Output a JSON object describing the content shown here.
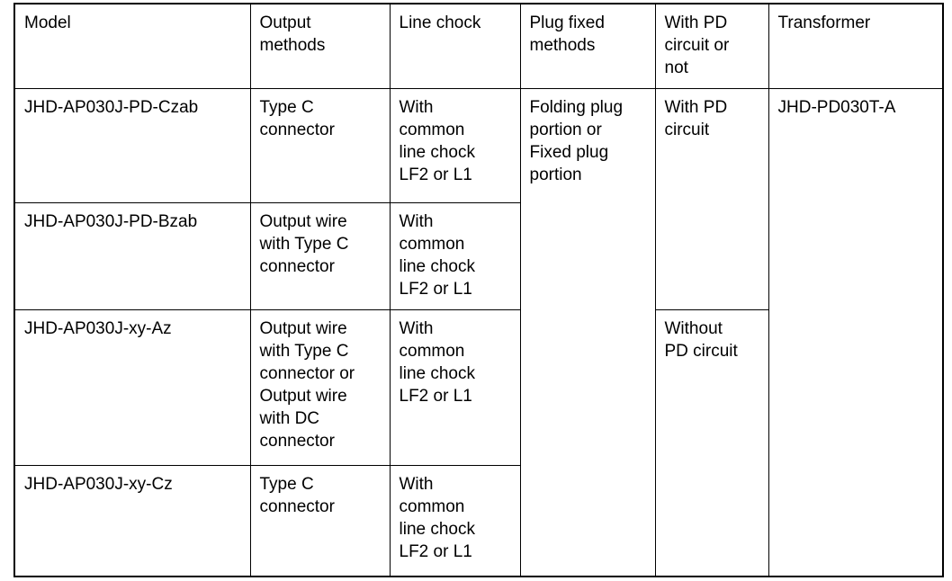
{
  "table": {
    "headers": [
      "Model",
      "Output\nmethods",
      "Line chock",
      "Plug fixed\nmethods",
      "With PD\ncircuit or\nnot",
      "Transformer"
    ],
    "rows": [
      {
        "model": "JHD-AP030J-PD-Czab",
        "output_methods": "Type C\nconnector",
        "line_chock": "With\ncommon\nline chock\nLF2 or L1"
      },
      {
        "model": "JHD-AP030J-PD-Bzab",
        "output_methods": "Output wire\nwith Type C\nconnector",
        "line_chock": "With\ncommon\nline chock\nLF2 or L1"
      },
      {
        "model": "JHD-AP030J-xy-Az",
        "output_methods": "Output wire\nwith Type C\nconnector or\nOutput wire\nwith DC\nconnector",
        "line_chock": "With\ncommon\nline chock\nLF2 or L1"
      },
      {
        "model": "JHD-AP030J-xy-Cz",
        "output_methods": "Type C\nconnector",
        "line_chock": "With\ncommon\nline chock\nLF2 or L1"
      }
    ],
    "merged": {
      "plug_fixed_methods": "Folding plug\nportion or\nFixed plug\nportion",
      "pd_circuit_with": "With PD\ncircuit",
      "pd_circuit_without": "Without\nPD circuit",
      "transformer": "JHD-PD030T-A"
    }
  },
  "colors": {
    "border": "#000000",
    "text": "#000000",
    "background": "#ffffff"
  }
}
